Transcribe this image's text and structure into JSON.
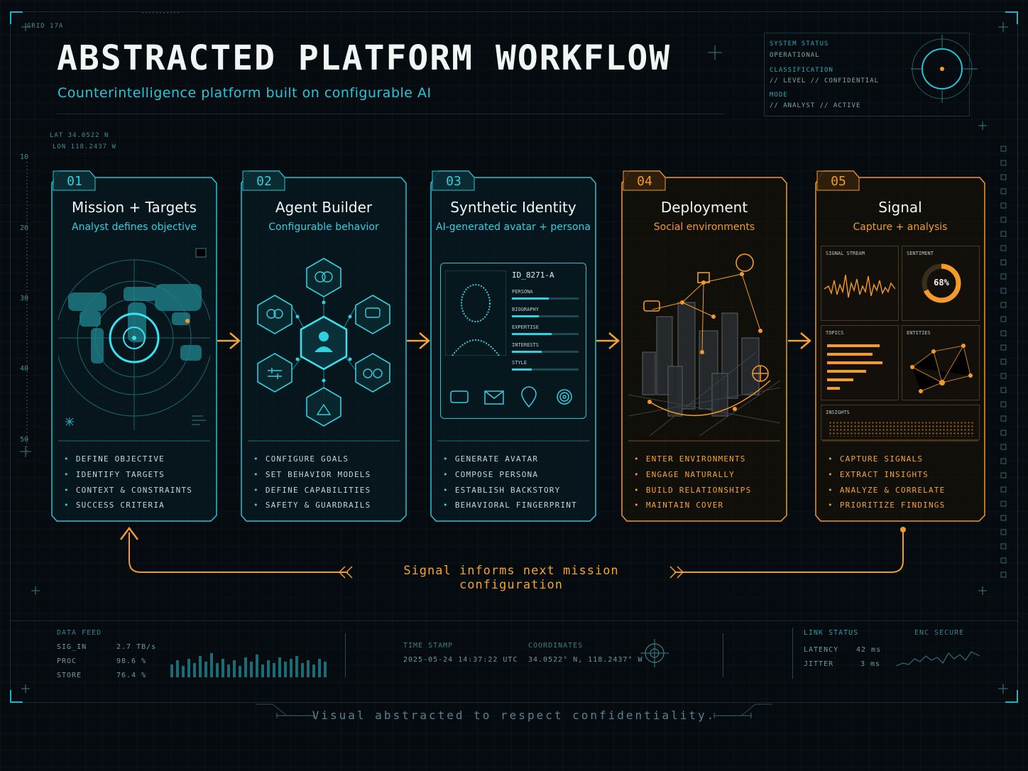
{
  "header": {
    "grid_tag": "GRID 17A",
    "title": "ABSTRACTED PLATFORM WORKFLOW",
    "subtitle": "Counterintelligence platform built on configurable AI",
    "lat": "LAT 34.0522 N",
    "lon": "LON 118.2437 W"
  },
  "status": {
    "system_label": "SYSTEM STATUS",
    "system_value": "OPERATIONAL",
    "class_label": "CLASSIFICATION",
    "class_value": "// LEVEL // CONFIDENTIAL",
    "mode_label": "MODE",
    "mode_value": "// ANALYST // ACTIVE"
  },
  "ruler": [
    "10",
    "20",
    "30",
    "40",
    "50"
  ],
  "steps": [
    {
      "num": "01",
      "title": "Mission + Targets",
      "subtitle": "Analyst defines objective",
      "bullets": [
        "DEFINE OBJECTIVE",
        "IDENTIFY TARGETS",
        "CONTEXT & CONSTRAINTS",
        "SUCCESS CRITERIA"
      ]
    },
    {
      "num": "02",
      "title": "Agent Builder",
      "subtitle": "Configurable behavior",
      "bullets": [
        "CONFIGURE GOALS",
        "SET BEHAVIOR MODELS",
        "DEFINE CAPABILITIES",
        "SAFETY & GUARDRAILS"
      ]
    },
    {
      "num": "03",
      "title": "Synthetic Identity",
      "subtitle": "AI-generated avatar + persona",
      "bullets": [
        "GENERATE AVATAR",
        "COMPOSE PERSONA",
        "ESTABLISH BACKSTORY",
        "BEHAVIORAL FINGERPRINT"
      ],
      "id_card": {
        "id": "ID_8271-A",
        "fields": [
          {
            "label": "PERSONA",
            "fill": 0.55
          },
          {
            "label": "BIOGRAPHY",
            "fill": 0.4
          },
          {
            "label": "EXPERTISE",
            "fill": 0.6
          },
          {
            "label": "INTERESTS",
            "fill": 0.45
          },
          {
            "label": "STYLE",
            "fill": 0.3
          }
        ]
      }
    },
    {
      "num": "04",
      "title": "Deployment",
      "subtitle": "Social environments",
      "bullets": [
        "ENTER ENVIRONMENTS",
        "ENGAGE NATURALLY",
        "BUILD RELATIONSHIPS",
        "MAINTAIN COVER"
      ]
    },
    {
      "num": "05",
      "title": "Signal",
      "subtitle": "Capture + analysis",
      "bullets": [
        "CAPTURE SIGNALS",
        "EXTRACT INSIGHTS",
        "ANALYZE & CORRELATE",
        "PRIORITIZE FINDINGS"
      ],
      "panels": {
        "stream": "SIGNAL STREAM",
        "sentiment": "SENTIMENT",
        "sentiment_value": "68%",
        "sentiment_fraction": 0.68,
        "topics": "TOPICS",
        "topic_bars": [
          0.8,
          0.7,
          0.85,
          0.6,
          0.4,
          0.2
        ],
        "entities": "ENTITIES",
        "insights": "INSIGHTS"
      }
    }
  ],
  "loop_label": "Signal informs next mission configuration",
  "footer": {
    "feed_label": "DATA FEED",
    "feed": [
      {
        "k": "SIG_IN",
        "v": "2.7 TB/s"
      },
      {
        "k": "PROC",
        "v": "98.6 %"
      },
      {
        "k": "STORE",
        "v": "76.4 %"
      }
    ],
    "time_label": "TIME STAMP",
    "time_value": "2025-05-24  14:37:22  UTC",
    "coord_label": "COORDINATES",
    "coord_value": "34.0522° N, 118.2437° W",
    "link_label": "LINK STATUS",
    "enc_label": "ENC SECURE",
    "link": [
      {
        "k": "LATENCY",
        "v": "42 ms"
      },
      {
        "k": "JITTER",
        "v": "3 ms"
      }
    ]
  },
  "disclaimer": "Visual  abstracted to respect confidentiality.",
  "colors": {
    "teal": "#2fd0e0",
    "orange": "#f39a2b",
    "bg": "#060b0f"
  }
}
